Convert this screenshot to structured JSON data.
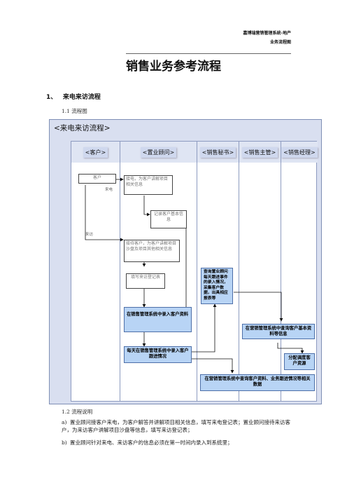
{
  "header": {
    "system_name": "嘉博瑞营销管理系统-地产",
    "doc_type": "业务流程图"
  },
  "title": "销售业务参考流程",
  "section1": {
    "num": "1、",
    "title": "来电来访流程"
  },
  "sub1": "1.1 流程图",
  "flowchart": {
    "title": "<来电来访流程>",
    "lanes": [
      "<客户>",
      "<置业顾问>",
      "<销售秘书>",
      "<销售主管>",
      "<销售经理>"
    ],
    "nodes": {
      "customer": "客户",
      "receive_call": "接电，为客户讲解项目相关信息",
      "record_info": "记录客户基本信息",
      "receive_visit": "接待客户，为客户讲解项目沙盘及项目其他相关信息",
      "fill_register": "填写来访登记表",
      "enter_system": "在销售管理系统中录入客户资料",
      "daily_enter": "每天在销售管理系统中录入客户跟进情况",
      "secretary_query": "查询置业顾问每天跟进事件的录入情况，采集客户数据，出具相应报表等",
      "supervisor_query": "在营销管理系统中查询客户基本资料等信息",
      "allocate": "分配调度客户资源",
      "manager_query": "在营销管理系统中查询客户资料、业务跟进情况等相关数据"
    },
    "labels": {
      "call": "来电",
      "visit": "来访"
    }
  },
  "sub2": "1.2 流程说明",
  "notes": [
    {
      "key": "a)",
      "text": "置业顾问接客户来电，为客户解答并讲解项目相关信息，填写来电登记表；置业顾问接待来访客户，为来访客户讲解项目沙盘等信息，填写来访登记表；"
    },
    {
      "key": "b)",
      "text": "置业顾问针对来电、来访客户的信息必须在第一时间内录入到系统里；"
    }
  ]
}
